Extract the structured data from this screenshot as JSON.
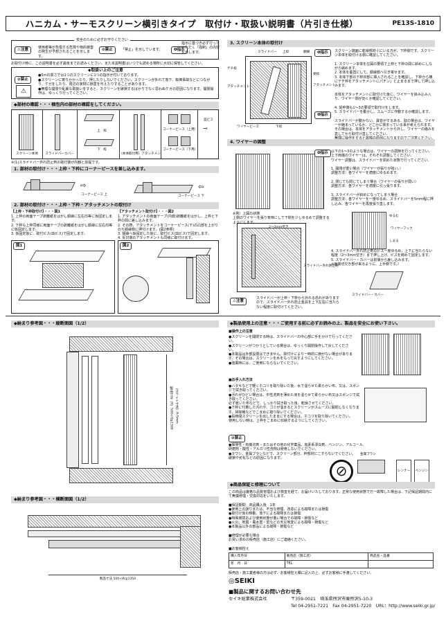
{
  "header": {
    "title": "ハニカム・サーモスクリーン横引きタイプ　取付け・取扱い説明書（片引き仕様）",
    "code": "PE13S-1810"
  },
  "safety": {
    "intro": "安全のために必ずお守りください",
    "warn_label": "注意",
    "warn_text": "使用者等が負傷する危険や物的損害の発生が予想されることを示します。",
    "prohibit_label": "禁止",
    "prohibit_text": "「禁止」を示しています。",
    "instruct_label": "指示",
    "instruct_text": "指示に基づき必ず行っていただく「強制」の内容を示します。",
    "note": "お取付け時に、この説明書を必ず最後までお読みください。また本説明書はいつでも読める場所に大切に保管してください。"
  },
  "install_notes": {
    "heading": "◆取扱い上のご注意",
    "prohibit_label": "禁止",
    "prohibit_items": [
      "●5ｍの高さでは1つのスクリーンに1つの指示が付いております。",
      "●スクリーンに寄りかかったり、押したりしないでください。スクリーンが外れて落下、転倒事故などにつながり、ケガをしたり、周辺の家財に損害を与えたりすることがあります。",
      "●無理な開閉や乱暴な取扱いをすると、スクリーンを破損するばかりでなく思わぬケガの原因になります。開閉操作は、ゆっくり行ってください。"
    ]
  },
  "parts": {
    "heading": "◆部材の確認・・・梱包内の部材の確認をしてください。",
    "items": [
      "スクリーン本体",
      "スライドバーカバー",
      "上　枠",
      "下　枠",
      "（本体取付用）アタッチメント",
      "コーナーピース（上用）",
      "コーナーピース（下用）",
      "皿ビス"
    ],
    "footnote": "※(1)スライドバー外れ防止剤の取付側が内観と前提です。"
  },
  "step1": {
    "heading": "1. 部材の取付け・・・上枠・下枠にコーナーピースを差し込みます。",
    "labels": [
      "コーナーピース 上",
      "コーナーピース 下"
    ]
  },
  "step2": {
    "heading": "2. 部材の取付け・・・上枠・下枠・アタッチメントの取付け",
    "left_title": "【上枠・下枠取付け】・・・図1",
    "left_text": "1. 上枠の両面テープ剥離紙をはがし額縁に左右均等に仮固定します。\n2. 下枠も上枠同様に両面テープの剥離紙をはがし額縁に左右均等に仮固定します。\n3. 仮固定後に、取付ビス(皿ビス)で固定します。",
    "right_title": "【アタッチメント取付け】・・・図2",
    "right_text": "1. アタッチメントの両面テープ(内側)剥離紙をはがし、上枠と下枠の間に差し込みます。\n2. その際、アタッチメントをコーナーピース(下)の凸部を上がりのち額縁側に押付けます。(図2参照)\n3. 額縁へ仮固定した後に、取付ビス(皿ビス)で固定します。\n4. 反対側のアタッチメントも同様に取付けます。",
    "fig1": "図1",
    "fig2": "図2"
  },
  "step3": {
    "heading": "3. スクリーン本体の取付け",
    "instruct_label": "指示",
    "labels": [
      "スライドバー",
      "上枠",
      "額縁",
      "テチ枠",
      "アタッチメント",
      "ワイヤービーズ",
      "下枠",
      "受枠",
      "アタッチメント"
    ],
    "text": "スクリーン端面に乾燥部材ぐにいる方が、下枠側です。スクリーン本体を取付ける側に確認してください。\n\n1. スクリーン本体を左図の要領で上枠と下枠の間に斜めにしながら納めます。\n2. 本体を垂直にして、額縁側へ引き寄せます。\n3. 本体下部の下枠凹部に挿入されることを確認し、下枠から横にテチ枠をアタッチメントにパチン」と止まるまで押して押し込みます。\n\n本体をアタッチメントに取付けた後に、ワイヤーを掛み込み入り、ワイヤー側が効くか確認してください。\n\n4. 受枠側も1～3の要領で取付けをします。\n5. スライドバーを動かし、スムーズに作動するか確認します。\n\nスライドバーが動かない、異音がするある、取の場合は、ワイヤーが絡まっているか、どこかに挟まっている事が考えられます。その場合は、本体をアタッチメントから外し、ワイヤーの絡みを直してから取付け直してください。\n無理に操作をすると故障の原因になりますのでご注意ください。"
  },
  "step4": {
    "heading": "4. ワイヤーの調整",
    "instruct_label": "指示",
    "text": "以下の1～3のような場合は、ワイヤーの調節を行ってください。\n上下両端のワイヤーは、それぞれ調整してください。\nワイヤー調整は、スライドバーを閉めた状態で行ってください。\n\n1. 開閉が重い場合（ワイヤーが張りが強い。）\n調整方法：各ワイヤーを適度にゆるめます。\n\n2. 閉じても閉じてしまう場合（ワイヤーの張りが弱い）\n調整方法：各ワイヤーを適度に引っ張ります。\n\n3. スライドバーが斜めになってしまう場合\n調整方法：各ワイヤーを一度ゆるめ、スライドバーを5ｍm程に押し込み、各ワイヤーを再度張り直します。",
    "labels": [
      "ゆるむ",
      "しまる",
      "ワイヤーフック",
      "スライドバー・カバー",
      "スライドバー外れ防止剤"
    ],
    "example_text": "※例）上図の状態\n上側のワイヤーを張り気味にして下側を少しゆるめて調整するようにします。",
    "side_text": "4. スライドバー外れ防止剤のビス一度ゆるめ、上下に当たらない程度（2～3mm空き）まで押し上げ、ビスを締めて固定します。\n5. スライドバー・カバーは前側から差し込みます。\n※面側切欠き部が来るように、上手側です。）",
    "dim": "2～3mm空き",
    "warn_label": "注意",
    "warn_text": "スライドバーが上枠・下枠から外れる恐れがありますので、スライドバー外れ防止金具を上下左右に当たらない程度に取付けてください。"
  },
  "section_vert": {
    "heading": "◆納まり参考図・・・縦断面図（1/2）",
    "dims": [
      "製品寸法（H）500<H≦1300",
      "（スライド寸法）H-Smm"
    ]
  },
  "section_horiz": {
    "heading": "◆納まり参考図・・・横断面図（1/2）",
    "dims": [
      "製品寸法 500<W≦1350"
    ]
  },
  "usage": {
    "heading": "◆製品使用上の注意・・・ご使用する前に必ずお読みの上、製品を安全にお使い下さい。",
    "cautions_title": "■操作上の注意",
    "cautions": "●スクリーンを開閉する時は、スライドバーの中心部に手をかけて行ってください。\n●スクリーンがつかうとしている場合は、ゆっくり開閉操作して戻してください。\n●本製品は外部設置はできません。取付けにより一時的に雨がない場合があります。その場合は、スクリーンを水をもって戻すようにしてください。\n●強風時には、ご使用にならないでください。",
    "care_title": "■お手入れ方法",
    "care": "●ハタキなどで軽くホコリを取り除いた後、水で湿らせた柔らかい布、又は、スポンジで拭き取ってください。\n●汚れがひどい場合は、中性洗剤を薄めた液を湿らせて柔らかい布又はスポンジで拭き取ってください。\n必ず乾いた布などで、しっかり拭き取った後、乾燥させてください。\n●下枠に付着した汚れや、ゴミが溜まるとスクリーンがスムーズに開閉しなくなります。掃除機などでこまめに取り除いてください。\n●長時間スクリーンを出したままにする場合は、ホコリを取り除いてください。\n使用しない時は、上枠をこまめに収納するようにしてください。",
    "prohibit_label": "禁止",
    "prohibit": "●揮発性・有機溶剤・またはその他の化学薬品、塩素系漂白剤、ベンジン、アルコール、研磨剤・酸性・アルカリ性洗剤は使用しないでください。\n●タワシ、金属ブラシなどで、スクリーン部分、枠部材にこすらないでください。\n破損や劣化などの原因になります。",
    "labels": [
      "金属ブラシ",
      "シンナー",
      "ベンジン"
    ]
  },
  "warranty": {
    "heading": "◆商品保証と修理について",
    "text": "この商品は厳格な品質管理および検査を経て、お届けいたしております。正常な使用状態で万一故障した場合は、下記保証期間内にて無償修理・交換対応をいたします。\n\n■保証期間　商品購入後　1年\n●使用上の誤りまたは、不当な修理、改造による故障または損傷\n●取付け後の移動、落下による故障または損傷\n●特殊環境および使用状態が悪い場合での故障・損傷など\n●火災、地震・風水害・雷などの天災地変による故障・損傷など\n●本製品以外の部品による故障・損傷など\n\n■修理が必要な場合\nお買い求めの販売店（施工店）にご連絡ください。\n\n■お客様控え",
    "table_headers": [
      "購入年月日",
      "販売店（施工店）",
      "商品名・品番"
    ],
    "table_row": [
      "年　月　日",
      "",
      ""
    ],
    "table_tel": "TEL",
    "footer_note": "販売店・施工業者様の方は必ず、お客様控え欄に記入の上、必ずお客様に手渡してください。"
  },
  "contact": {
    "brand": "SEIKI",
    "heading": "■製品に関するお問い合わせ先",
    "company": "セイキ総業株式会社",
    "address": "〒359-0021　埼玉県所沢市東所沢5-10-3",
    "phone": "Tel 04-2951-7221　Fax 04-2951-7220　URL：http://www.seiki.gr.jp/"
  }
}
